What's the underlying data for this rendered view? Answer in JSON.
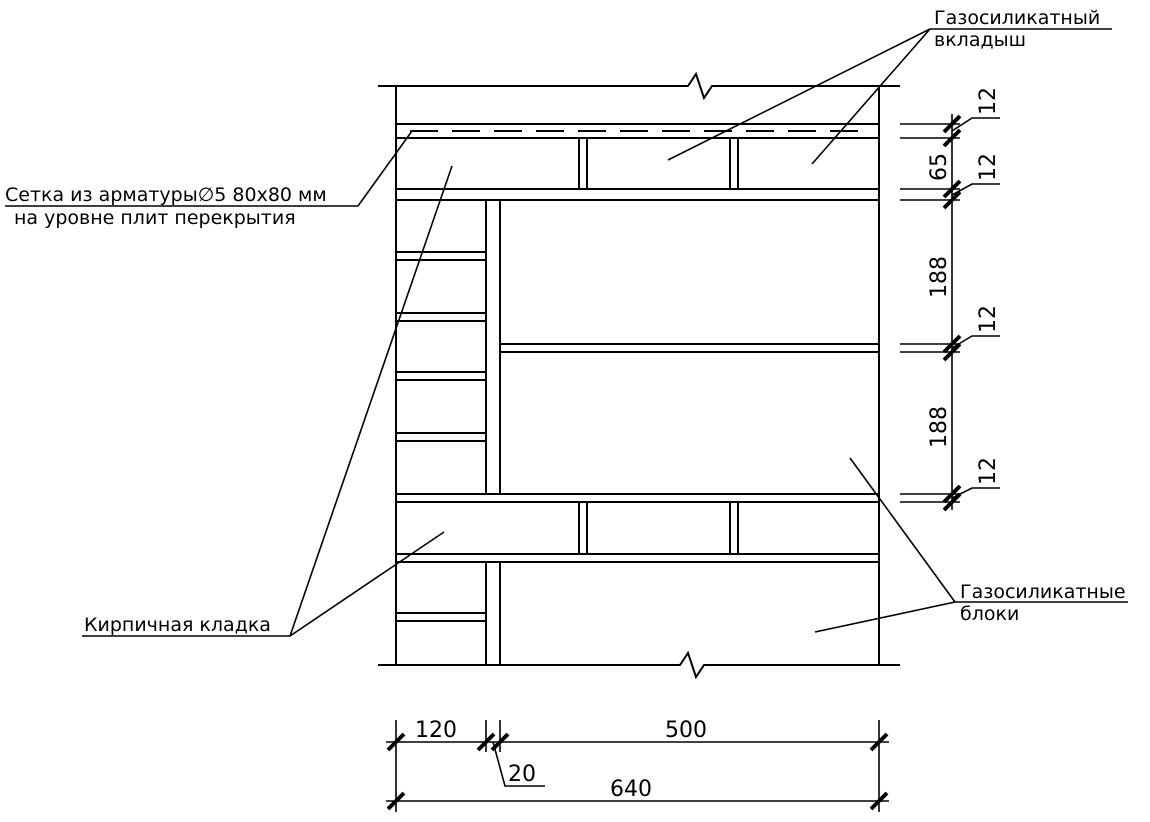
{
  "labels": {
    "gas_insert_line1": "Газосиликатный",
    "gas_insert_line2": "вкладыш",
    "mesh_line1": "Сетка из арматуры∅5 80х80 мм",
    "mesh_line2": "на уровне плит перекрытия",
    "brick": "Кирпичная кладка",
    "gas_blocks_line1": "Газосиликатные",
    "gas_blocks_line2": "блоки"
  },
  "dimensions": {
    "vertical": {
      "top_gap": "12",
      "brick_course": "65",
      "joint_1": "12",
      "block_1": "188",
      "joint_2": "12",
      "block_2": "188",
      "joint_3": "12"
    },
    "horizontal": {
      "brick_width": "120",
      "gap": "20",
      "block_width": "500",
      "total": "640"
    }
  },
  "colors": {
    "line": "#000000",
    "background": "#ffffff"
  }
}
